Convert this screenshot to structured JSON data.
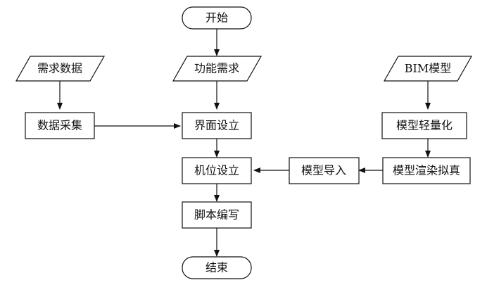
{
  "nodes": {
    "start": {
      "label": "开始",
      "shape": "terminal"
    },
    "req_data": {
      "label": "需求数据",
      "shape": "io"
    },
    "func_req": {
      "label": "功能需求",
      "shape": "io"
    },
    "bim_model": {
      "label": "BIM模型",
      "shape": "io"
    },
    "data_collect": {
      "label": "数据采集",
      "shape": "process"
    },
    "ui_setup": {
      "label": "界面设立",
      "shape": "process"
    },
    "model_light": {
      "label": "模型轻量化",
      "shape": "process"
    },
    "camera_setup": {
      "label": "机位设立",
      "shape": "process"
    },
    "model_import": {
      "label": "模型导入",
      "shape": "process"
    },
    "model_render": {
      "label": "模型渲染拟真",
      "shape": "process"
    },
    "script_write": {
      "label": "脚本编写",
      "shape": "process"
    },
    "end": {
      "label": "结束",
      "shape": "terminal"
    }
  },
  "edges": [
    {
      "from": "start",
      "to": "func_req"
    },
    {
      "from": "func_req",
      "to": "ui_setup"
    },
    {
      "from": "req_data",
      "to": "data_collect"
    },
    {
      "from": "data_collect",
      "to": "ui_setup"
    },
    {
      "from": "bim_model",
      "to": "model_light"
    },
    {
      "from": "model_light",
      "to": "model_render"
    },
    {
      "from": "model_render",
      "to": "model_import"
    },
    {
      "from": "model_import",
      "to": "camera_setup"
    },
    {
      "from": "ui_setup",
      "to": "camera_setup"
    },
    {
      "from": "camera_setup",
      "to": "script_write"
    },
    {
      "from": "script_write",
      "to": "end"
    }
  ]
}
